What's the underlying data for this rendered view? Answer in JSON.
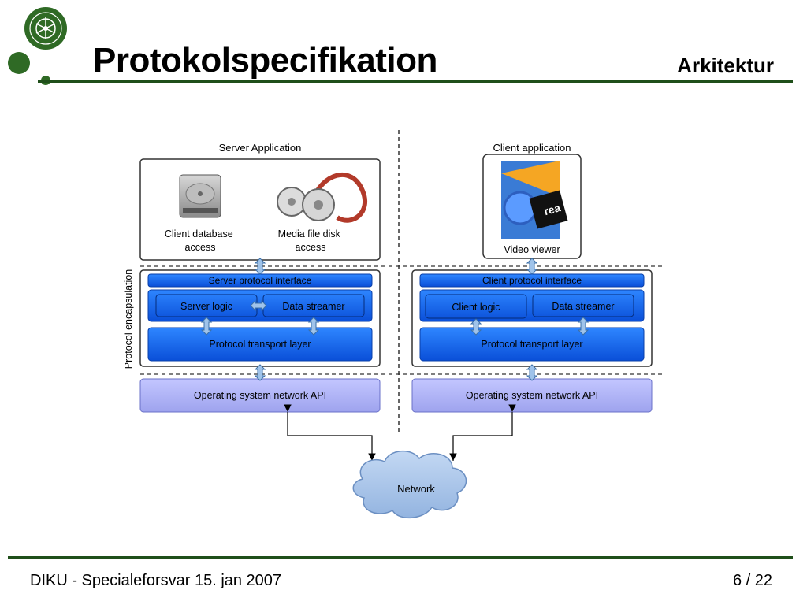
{
  "header": {
    "title": "Protokolspecifikation",
    "section": "Arkitektur"
  },
  "footer": {
    "left": "DIKU - Specialeforsvar 15. jan 2007",
    "page": "6 / 22"
  },
  "diagram": {
    "server_app_title": "Server Application",
    "client_app_title": "Client application",
    "client_database_access": [
      "Client database",
      "access"
    ],
    "media_file_disk_access": [
      "Media file disk",
      "access"
    ],
    "video_viewer": "Video viewer",
    "protocol_encapsulation": "Protocol encapsulation",
    "server_protocol_interface": "Server protocol interface",
    "client_protocol_interface": "Client protocol interface",
    "server_logic": "Server logic",
    "client_logic": "Client logic",
    "data_streamer": "Data streamer",
    "protocol_transport_layer": "Protocol transport layer",
    "os_network_api": "Operating system network API",
    "network": "Network",
    "colors": {
      "protocol_blue": "#1565e8",
      "os_lavender": "#a8acf2",
      "cloud": "#a9c4e8",
      "brand_green": "#2f6a25"
    }
  }
}
